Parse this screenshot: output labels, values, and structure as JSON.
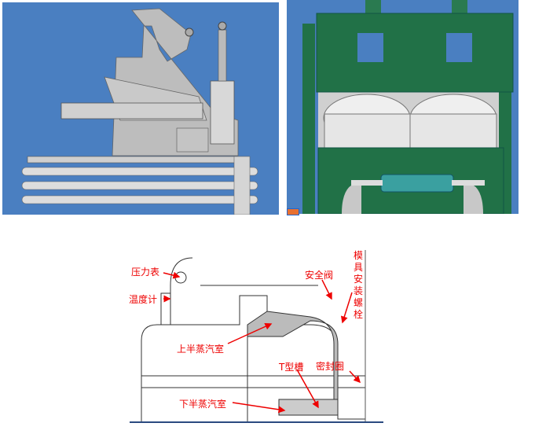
{
  "colors": {
    "background_blue": "#4a7fc1",
    "frame_green": "#217147",
    "metal_gray": "#c8c8c8",
    "label_red": "#e00000"
  },
  "diagram": {
    "labels": {
      "pressure_gauge": "压力表",
      "thermometer": "温度计",
      "safety_valve": "安全阀",
      "mold_bolt": "模具安装螺栓",
      "upper_steam_chamber": "上半蒸汽室",
      "t_slot": "T型槽",
      "seal_ring": "密封圈",
      "lower_steam_chamber": "下半蒸汽室"
    }
  }
}
